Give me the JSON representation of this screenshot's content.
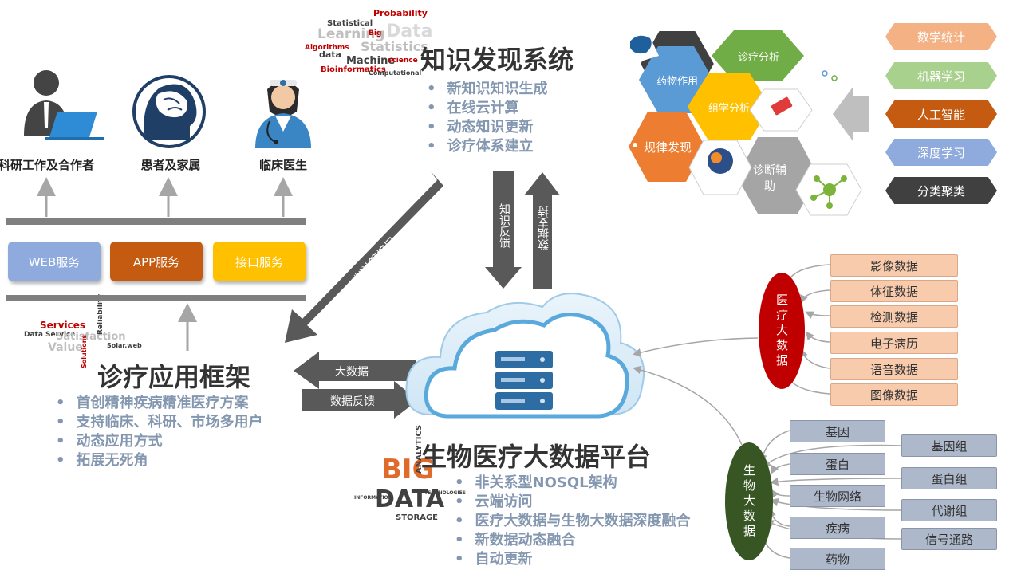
{
  "roles": [
    {
      "label": "科研工作及合作者",
      "icon": "researcher-laptop-icon"
    },
    {
      "label": "患者及家属",
      "icon": "head-brain-icon"
    },
    {
      "label": "临床医生",
      "icon": "doctor-icon"
    }
  ],
  "services": [
    {
      "label": "WEB服务",
      "color": "#8faadc"
    },
    {
      "label": "APP服务",
      "color": "#c55a11"
    },
    {
      "label": "接口服务",
      "color": "#ffc000"
    }
  ],
  "knowledge": {
    "title": "知识发现系统",
    "bullets": [
      "新知识知识生成",
      "在线云计算",
      "动态知识更新",
      "诊疗体系建立"
    ]
  },
  "framework": {
    "title": "诊疗应用框架",
    "bullets": [
      "首创精神疾病精准医疗方案",
      "支持临床、科研、市场多用户",
      "动态应用方式",
      "拓展无死角"
    ]
  },
  "platform": {
    "title": "生物医疗大数据平台",
    "bullets": [
      "非关系型NOSQL架构",
      "云端访问",
      "医疗大数据与生物大数据深度融合",
      "新数据动态融合",
      "自动更新"
    ]
  },
  "arrows": {
    "custom_api": "定制计算接口",
    "knowledge_feedback": "知识反馈",
    "data_support": "数据支持",
    "big_data": "大数据",
    "data_feedback": "数据反馈"
  },
  "wordclouds": {
    "top": [
      "Probability",
      "Statistical",
      "Learning",
      "Data",
      "Big",
      "Statistics",
      "Algorithms",
      "data",
      "Machine",
      "science",
      "Bioinformatics",
      "Computational"
    ],
    "left": [
      "Services",
      "Data Service",
      "Satisfaction",
      "Value",
      "Reliability",
      "Solar.web",
      "Solutions"
    ],
    "bottom": [
      "BIG",
      "DATA",
      "ANALYTICS",
      "STORAGE",
      "TECHNOLOGIES",
      "INFORMATION"
    ]
  },
  "hexagons": [
    {
      "label": "药物作用",
      "color": "#5b9bd5"
    },
    {
      "label": "诊疗分析",
      "color": "#70ad47"
    },
    {
      "label": "组学分析",
      "color": "#ffc000"
    },
    {
      "label": "规律发现",
      "color": "#ed7d31"
    },
    {
      "label": "诊断辅助",
      "color": "#a5a5a5"
    }
  ],
  "methods": [
    {
      "label": "数学统计",
      "color": "#f4b183"
    },
    {
      "label": "机器学习",
      "color": "#a9d18e"
    },
    {
      "label": "人工智能",
      "color": "#c55a11"
    },
    {
      "label": "深度学习",
      "color": "#8faadc"
    },
    {
      "label": "分类聚类",
      "color": "#404040"
    }
  ],
  "medical_data": {
    "label": "医疗大数据",
    "color": "#c00000",
    "items": [
      "影像数据",
      "体征数据",
      "检测数据",
      "电子病历",
      "语音数据",
      "图像数据"
    ]
  },
  "bio_data": {
    "label": "生物大数据",
    "color": "#375623",
    "left_items": [
      "基因",
      "蛋白",
      "生物网络",
      "疾病",
      "药物"
    ],
    "right_items": [
      "基因组",
      "蛋白组",
      "代谢组",
      "信号通路"
    ]
  }
}
